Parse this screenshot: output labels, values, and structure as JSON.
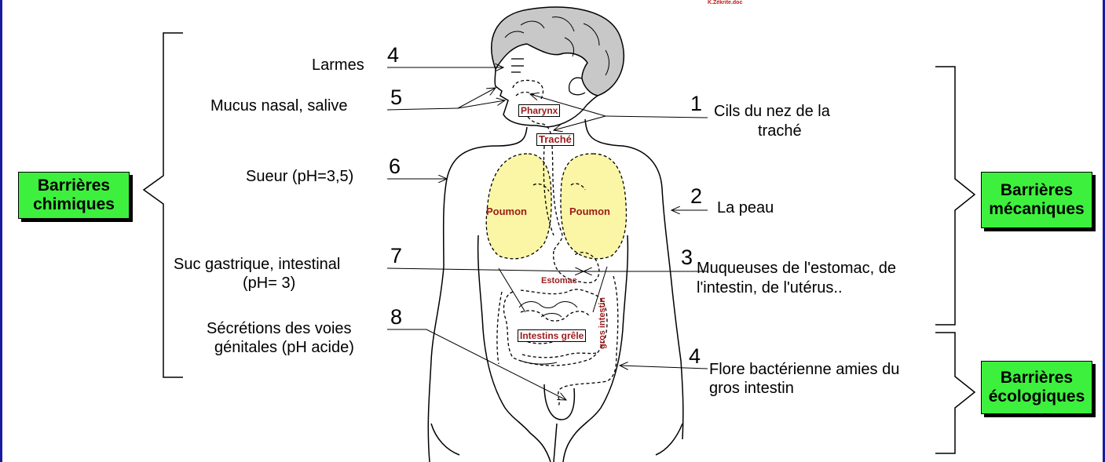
{
  "credit": "K.Zékrite.doc",
  "categories": {
    "chimiques": [
      "Barrières",
      "chimiques"
    ],
    "mecaniques": [
      "Barrières",
      "mécaniques"
    ],
    "ecologiques": [
      "Barrières",
      "écologiques"
    ]
  },
  "left_labels": [
    {
      "num": "4",
      "text": [
        "Larmes"
      ]
    },
    {
      "num": "5",
      "text": [
        "Mucus nasal, salive"
      ]
    },
    {
      "num": "6",
      "text": [
        "Sueur (pH=3,5)"
      ]
    },
    {
      "num": "7",
      "text": [
        "Suc gastrique, intestinal",
        "(pH= 3)"
      ]
    },
    {
      "num": "8",
      "text": [
        "Sécrétions des voies",
        "génitales (pH acide)"
      ]
    }
  ],
  "right_labels": [
    {
      "num": "1",
      "text": [
        "Cils du nez de la",
        "traché"
      ]
    },
    {
      "num": "2",
      "text": [
        "La peau"
      ]
    },
    {
      "num": "3",
      "text": [
        "Muqueuses de l'estomac, de",
        "l'intestin, de l'utérus.."
      ]
    },
    {
      "num": "4",
      "text": [
        "Flore bactérienne  amies du",
        "gros intestin"
      ]
    }
  ],
  "organs": {
    "pharynx": "Pharynx",
    "trache": "Traché",
    "poumon_left": "Poumon",
    "poumon_right": "Poumon",
    "estomac": "Estomac",
    "intestins_grele": "Intestins grêle",
    "gros_intestin": "gros intestin"
  },
  "colors": {
    "box_fill": "#3ef03e",
    "lung_fill": "#fbf6a5",
    "organ_text": "#9b1b1b",
    "hair": "#c8c8c8",
    "border": "#1a1aa0"
  }
}
